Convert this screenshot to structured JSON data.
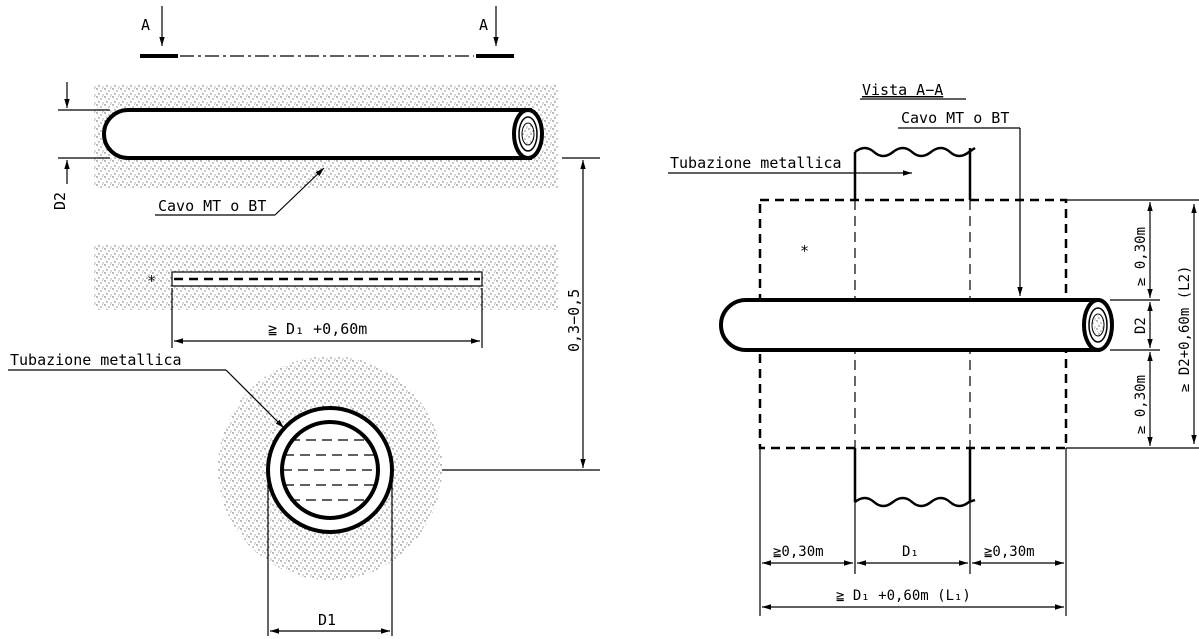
{
  "left_view": {
    "section_marker_left": "A",
    "section_marker_right": "A",
    "cable_label": "Cavo MT o BT",
    "cable_diameter_label": "D2",
    "asterisk": "*",
    "length_dim_label": "≧ D₁ +0,60m",
    "depth_dim_label": "0,3−0,5",
    "pipe_label": "Tubazione metallica",
    "pipe_diameter_label": "D1"
  },
  "right_view": {
    "title": "Vista  A−A",
    "cable_label": "Cavo MT o BT",
    "pipe_label": "Tubazione metallica",
    "asterisk": "*",
    "top_gap_label": "≥ 0,30m",
    "cable_diameter_label": "D2",
    "bottom_gap_label": "≥ 0,30m",
    "total_height_label": "≥ D2+0,60m  (L2)",
    "left_gap_label": "≧0,30m",
    "pipe_diameter_label": "D₁",
    "right_gap_label": "≧0,30m",
    "total_width_label": "≧ D₁ +0,60m  (L₁)"
  }
}
